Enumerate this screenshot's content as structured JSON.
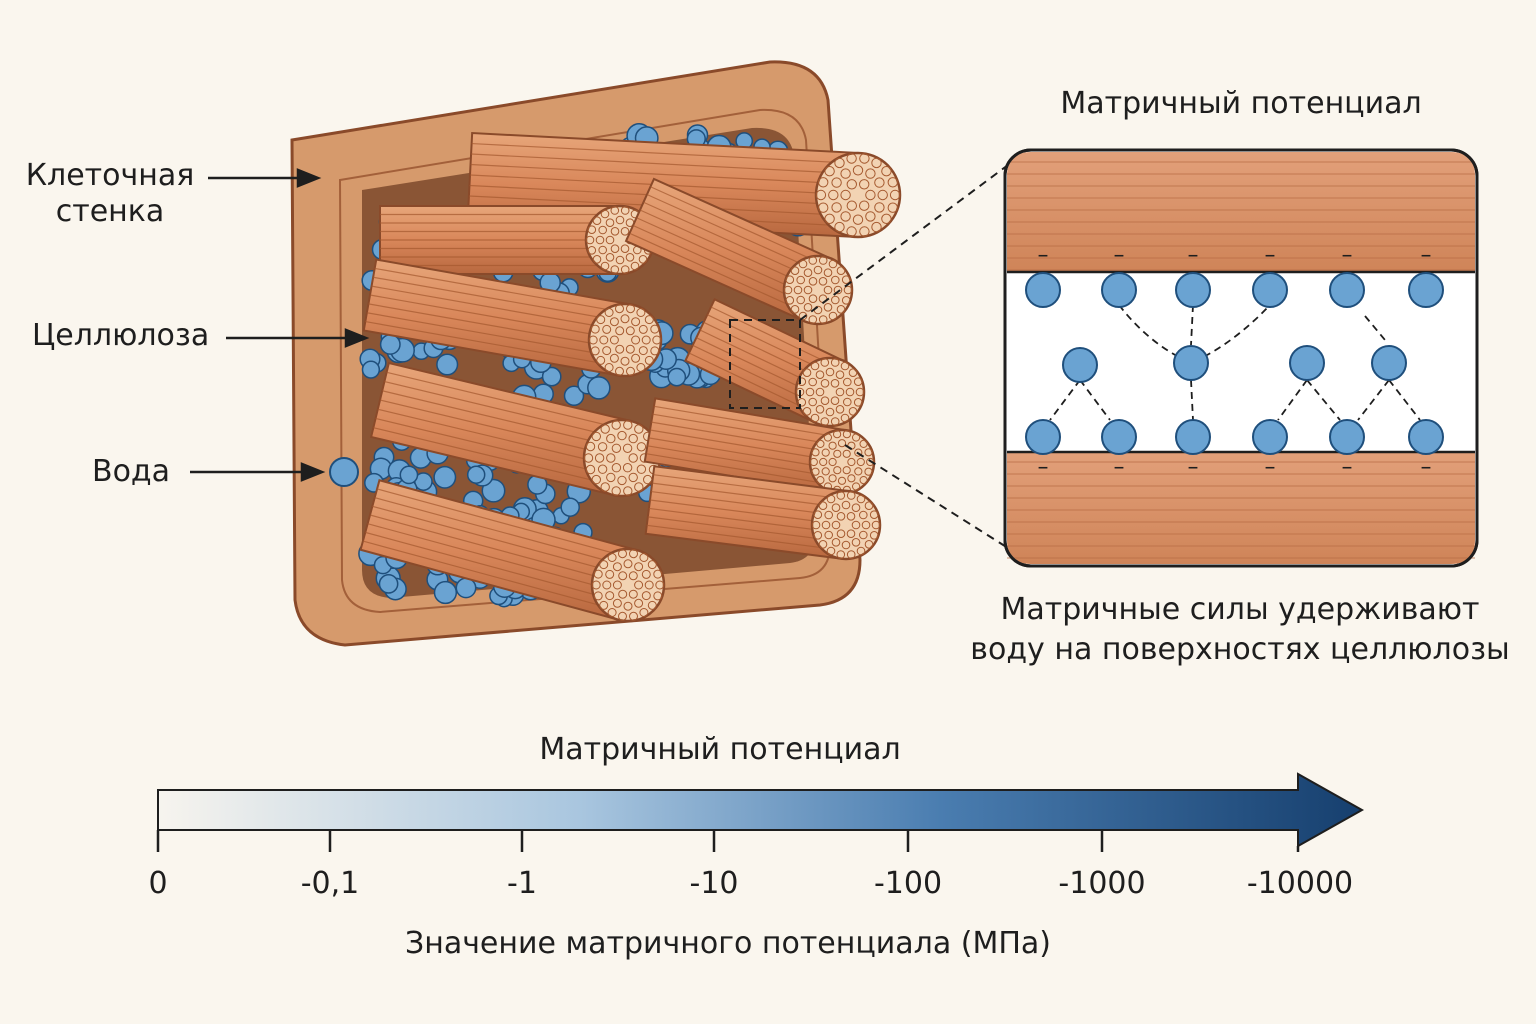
{
  "labels": {
    "cell_wall": [
      "Клеточная",
      "стенка"
    ],
    "cellulose": "Целлюлоза",
    "water": "Вода"
  },
  "inset": {
    "title": "Матричный потенциал",
    "caption": [
      "Матричные силы удерживают",
      "воду на поверхностях целлюлозы"
    ],
    "charge_symbol": "–"
  },
  "scale": {
    "title": "Матричный потенциал",
    "ticks": [
      "0",
      "-0,1",
      "-1",
      "-10",
      "-100",
      "-1000",
      "-10000"
    ],
    "xlabel": "Значение матричного потенциала (МПа)",
    "gradient_colors": [
      "#f7f4ee",
      "#8fb4d6",
      "#3e6fa3",
      "#163f6e"
    ]
  },
  "colors": {
    "wall": "#d69a6c",
    "cellulose": "#d9875a",
    "water": "#6aa3d2",
    "water_outline": "#1f4f7c"
  }
}
